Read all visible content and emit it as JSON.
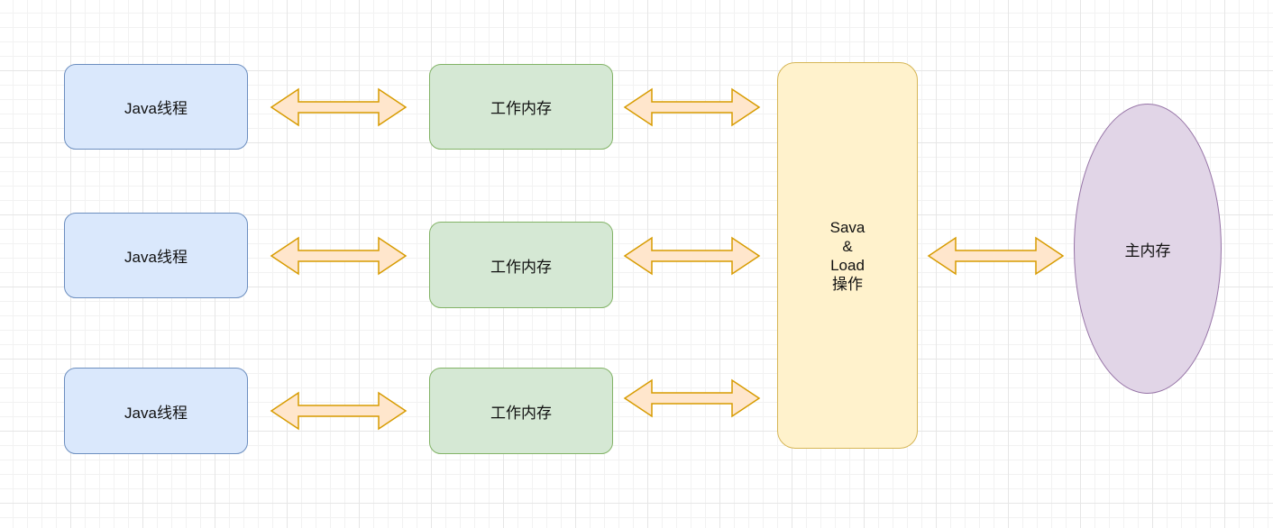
{
  "threads": [
    "Java线程",
    "Java线程",
    "Java线程"
  ],
  "work_memory": [
    "工作内存",
    "工作内存",
    "工作内存"
  ],
  "save_load": [
    "Sava",
    "&",
    "Load",
    "操作"
  ],
  "main_memory": "主内存",
  "colors": {
    "thread_fill": "#dae8fc",
    "thread_stroke": "#6c8ebf",
    "work_fill": "#d5e8d4",
    "work_stroke": "#82b366",
    "save_fill": "#fff2cc",
    "save_stroke": "#d6b656",
    "main_fill": "#e1d5e7",
    "main_stroke": "#9673a6",
    "arrow_fill": "#ffe6cc",
    "arrow_stroke": "#d79b00"
  }
}
